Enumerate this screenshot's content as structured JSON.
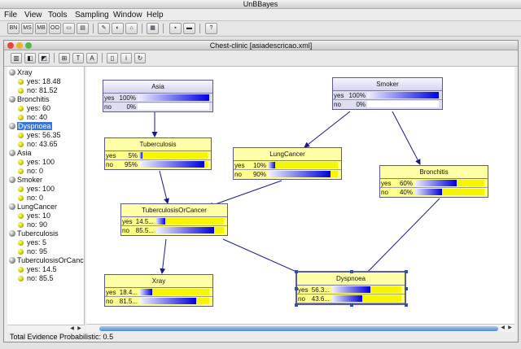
{
  "app": {
    "title": "UnBBayes"
  },
  "menu": [
    "File",
    "View",
    "Tools",
    "Sampling",
    "Window",
    "Help"
  ],
  "toolbar": {
    "buttons": [
      "new-network-icon",
      "new-msbn-icon",
      "new-mebn-icon",
      "new-oobn-icon",
      "open-file-icon",
      "save-file-icon",
      "tile-windows-icon",
      "cascade-windows-icon",
      "learn-icon",
      "home-icon",
      "help-icon"
    ]
  },
  "window": {
    "title": "Chest-clinic [asiadescricao.xml]"
  },
  "inner_toolbar": {
    "buttons": [
      "compile-icon",
      "expand-tree-icon",
      "collapse-tree-icon",
      "tree-icon",
      "text-icon",
      "log-icon",
      "info-icon",
      "reset-icon"
    ]
  },
  "tree": [
    {
      "name": "Xray",
      "states": [
        {
          "label": "yes: 18.48"
        },
        {
          "label": "no: 81.52"
        }
      ]
    },
    {
      "name": "Bronchitis",
      "states": [
        {
          "label": "yes: 60"
        },
        {
          "label": "no: 40"
        }
      ]
    },
    {
      "name": "Dyspnoea",
      "selected": true,
      "states": [
        {
          "label": "yes: 56.35"
        },
        {
          "label": "no: 43.65"
        }
      ]
    },
    {
      "name": "Asia",
      "states": [
        {
          "label": "yes: 100"
        },
        {
          "label": "no: 0"
        }
      ]
    },
    {
      "name": "Smoker",
      "states": [
        {
          "label": "yes: 100"
        },
        {
          "label": "no: 0"
        }
      ]
    },
    {
      "name": "LungCancer",
      "states": [
        {
          "label": "yes: 10"
        },
        {
          "label": "no: 90"
        }
      ]
    },
    {
      "name": "Tuberculosis",
      "states": [
        {
          "label": "yes: 5"
        },
        {
          "label": "no: 95"
        }
      ]
    },
    {
      "name": "TuberculosisOrCancer",
      "states": [
        {
          "label": "yes: 14.5"
        },
        {
          "label": "no: 85.5"
        }
      ]
    }
  ],
  "nodes": {
    "asia": {
      "title": "Asia",
      "style": "blue",
      "states": [
        {
          "label": "yes",
          "value": "100%",
          "fraction": 1.0
        },
        {
          "label": "no",
          "value": "0%",
          "fraction": 0.0
        }
      ]
    },
    "smoker": {
      "title": "Smoker",
      "style": "blue",
      "states": [
        {
          "label": "yes",
          "value": "100%",
          "fraction": 1.0
        },
        {
          "label": "no",
          "value": "0%",
          "fraction": 0.0
        }
      ]
    },
    "tuberculosis": {
      "title": "Tuberculosis",
      "style": "yellow",
      "states": [
        {
          "label": "yes",
          "value": "5%",
          "fraction": 0.05
        },
        {
          "label": "no",
          "value": "95%",
          "fraction": 0.95
        }
      ]
    },
    "lungcancer": {
      "title": "LungCancer",
      "style": "yellow",
      "states": [
        {
          "label": "yes",
          "value": "10%",
          "fraction": 0.1
        },
        {
          "label": "no",
          "value": "90%",
          "fraction": 0.9
        }
      ]
    },
    "bronchitis": {
      "title": "Bronchitis",
      "style": "yellow",
      "states": [
        {
          "label": "yes",
          "value": "60%",
          "fraction": 0.6
        },
        {
          "label": "no",
          "value": "40%",
          "fraction": 0.4
        }
      ]
    },
    "tboc": {
      "title": "TuberculosisOrCancer",
      "style": "yellow",
      "states": [
        {
          "label": "yes",
          "value": "14.5...",
          "fraction": 0.145
        },
        {
          "label": "no",
          "value": "85.5...",
          "fraction": 0.855
        }
      ]
    },
    "xray": {
      "title": "Xray",
      "style": "yellow",
      "states": [
        {
          "label": "yes",
          "value": "18.4...",
          "fraction": 0.1848
        },
        {
          "label": "no",
          "value": "81.5...",
          "fraction": 0.8152
        }
      ]
    },
    "dyspnoea": {
      "title": "Dyspnoea",
      "style": "yellow",
      "selected": true,
      "states": [
        {
          "label": "yes",
          "value": "56.3...",
          "fraction": 0.5635
        },
        {
          "label": "no",
          "value": "43.6...",
          "fraction": 0.4365
        }
      ]
    }
  },
  "status": {
    "text": "Total Evidence Probabilistic: 0.5"
  },
  "colors": {
    "blue_fill": "#0000e6",
    "yellow_bg": "#ffff8c",
    "canvas": "#ffffff",
    "selection": "#3875d7"
  }
}
